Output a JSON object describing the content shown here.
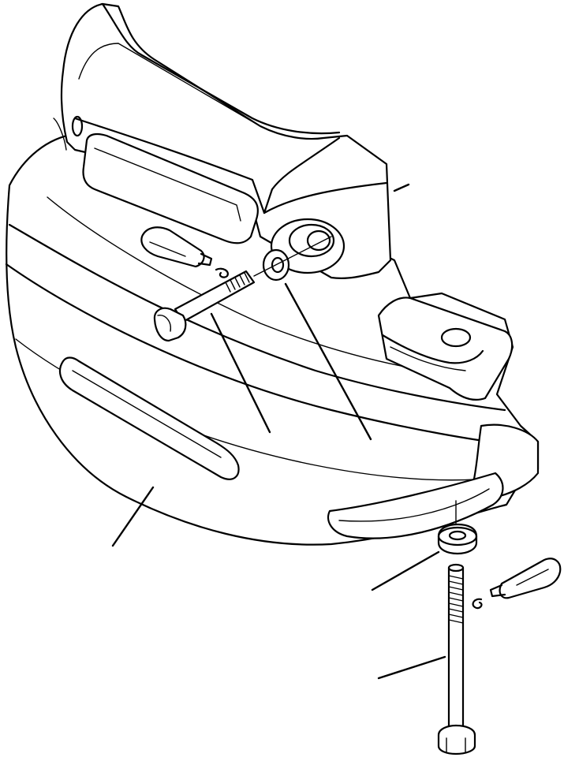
{
  "figure": {
    "type": "exploded-parts-illustration",
    "subject": "counterweight-mounting",
    "line_color": "#000000",
    "background": "#ffffff",
    "parts": [
      "counterweight",
      "upper-bolt",
      "upper-washer",
      "lower-bolt",
      "lower-washer",
      "threadlocker-tube-upper",
      "threadlocker-tube-lower"
    ],
    "callout_count": 5
  }
}
